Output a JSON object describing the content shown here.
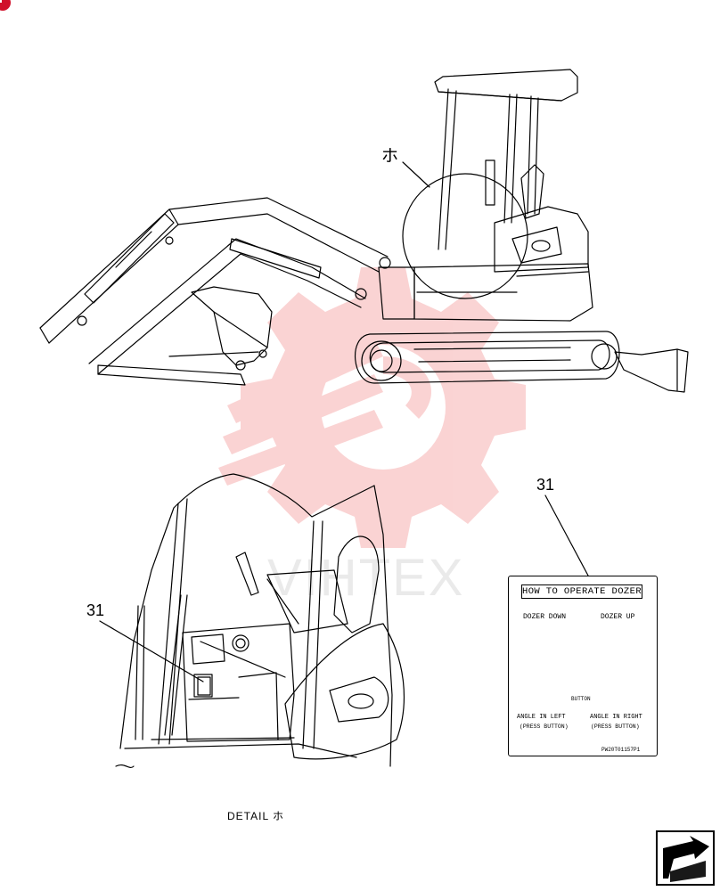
{
  "callouts": {
    "detail_marker": "ホ",
    "part_number_left": "31",
    "part_number_right": "31"
  },
  "detail_caption": "DETAIL ホ",
  "decal": {
    "title": "HOW TO OPERATE DOZER",
    "dozer_down": "DOZER DOWN",
    "dozer_up": "DOZER UP",
    "button": "BUTTON",
    "angle_left": "ANGLE IN LEFT",
    "press_button_left": "(PRESS BUTTON)",
    "angle_right": "ANGLE IN RIGHT",
    "press_button_right": "(PRESS BUTTON)",
    "code": "PW20T01157P1"
  },
  "watermark": {
    "text": "VIHTEX",
    "color": "#f07a7a"
  },
  "colors": {
    "line": "#000000",
    "badge": "#d0102a",
    "background": "#ffffff"
  },
  "icons": {
    "badge": "page-badge-icon",
    "nav": "next-page-arrow-icon"
  }
}
